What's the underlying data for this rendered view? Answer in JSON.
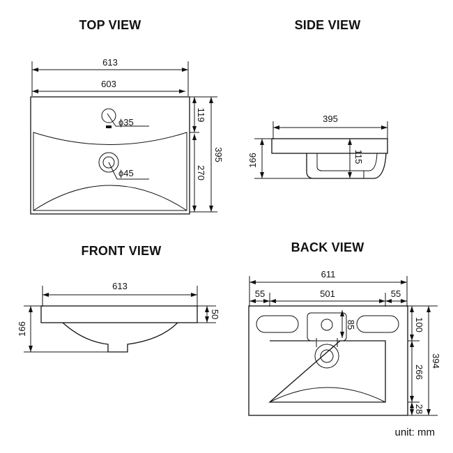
{
  "views": {
    "top": {
      "title": "TOP VIEW",
      "dim_overall_width": "613",
      "dim_inner_width": "603",
      "dim_top_band": "119",
      "dim_basin": "270",
      "dim_depth": "395",
      "overflow_diameter": "ϕ35",
      "drain_diameter": "ϕ45"
    },
    "side": {
      "title": "SIDE VIEW",
      "dim_depth": "395",
      "dim_height": "166",
      "dim_bowl": "115"
    },
    "front": {
      "title": "FRONT VIEW",
      "dim_width": "613",
      "dim_height": "166",
      "dim_rim": "50"
    },
    "back": {
      "title": "BACK VIEW",
      "dim_overall_width": "611",
      "dim_left_margin": "55",
      "dim_center": "501",
      "dim_right_margin": "55",
      "dim_hole": "85",
      "dim_top": "100",
      "dim_basin": "266",
      "dim_bottom": "28",
      "dim_total_height": "394"
    }
  },
  "footer": {
    "unit_label": "unit: mm"
  }
}
